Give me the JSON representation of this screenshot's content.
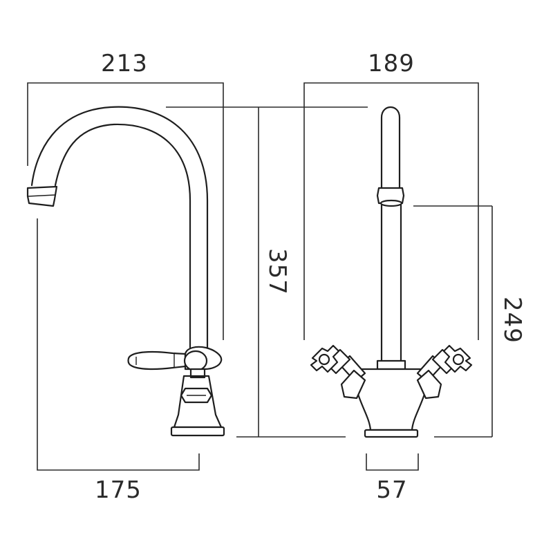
{
  "diagram": {
    "dimensions": {
      "side_width_top": "213",
      "front_width_top": "189",
      "overall_height": "357",
      "spout_height": "249",
      "spout_reach": "175",
      "base_width": "57"
    },
    "colors": {
      "line": "#1e1e1e",
      "text": "#2a2a2a",
      "background": "#ffffff"
    }
  }
}
